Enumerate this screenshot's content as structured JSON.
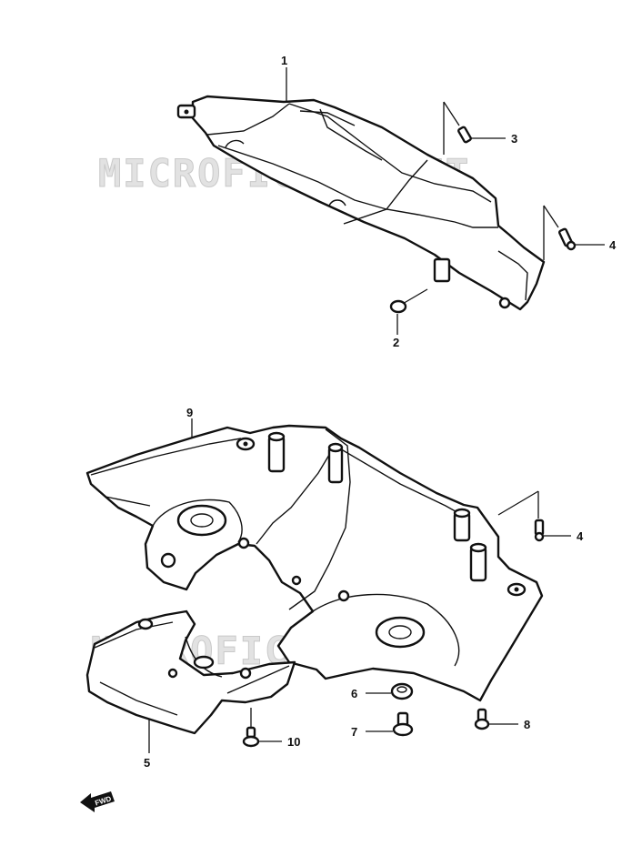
{
  "watermark": "MICROFICHES.NET",
  "direction_label": "FWD",
  "callouts": [
    {
      "id": "c1",
      "label": "1"
    },
    {
      "id": "c2",
      "label": "2"
    },
    {
      "id": "c3",
      "label": "3"
    },
    {
      "id": "c4a",
      "label": "4"
    },
    {
      "id": "c4b",
      "label": "4"
    },
    {
      "id": "c5",
      "label": "5"
    },
    {
      "id": "c6",
      "label": "6"
    },
    {
      "id": "c7",
      "label": "7"
    },
    {
      "id": "c8",
      "label": "8"
    },
    {
      "id": "c9",
      "label": "9"
    },
    {
      "id": "c10",
      "label": "10"
    }
  ]
}
